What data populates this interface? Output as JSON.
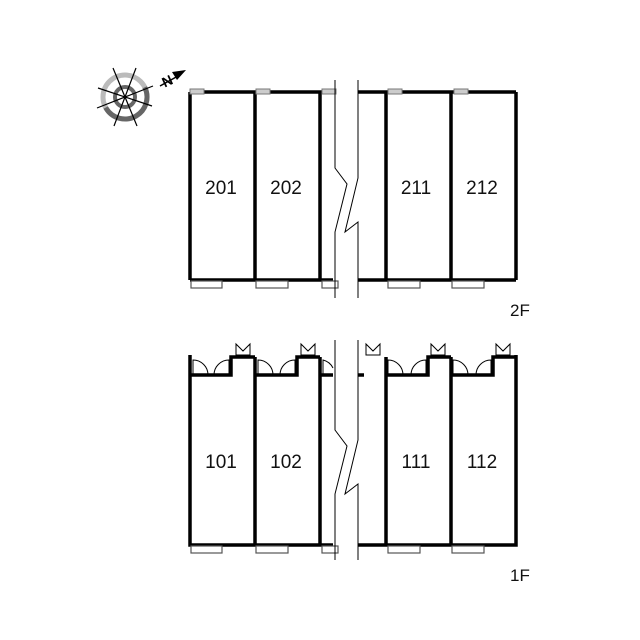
{
  "compass": {
    "label": "N",
    "icon": "compass-rose-icon"
  },
  "floors": [
    {
      "label": "2F",
      "units": [
        "201",
        "202",
        "211",
        "212"
      ]
    },
    {
      "label": "1F",
      "units": [
        "101",
        "102",
        "111",
        "112"
      ]
    }
  ]
}
